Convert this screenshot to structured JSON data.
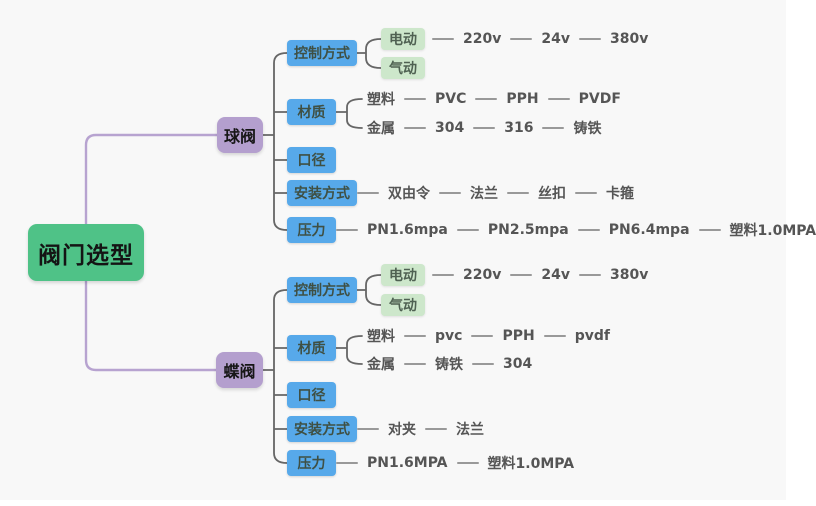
{
  "colors": {
    "canvas_bg": "#f8f8f8",
    "root_bg": "#4fc287",
    "branch_bg": "#b49fce",
    "category_bg": "#57a9ea",
    "leaf_box_bg": "#cde7cb",
    "purple_line": "#b7a3d0",
    "bracket_line": "#666666",
    "dash_line": "#999999"
  },
  "root": {
    "label": "阀门选型"
  },
  "ball_valve": {
    "label": "球阀",
    "control": {
      "label": "控制方式",
      "electric": "电动",
      "pneumatic": "气动",
      "voltages": [
        "220v",
        "24v",
        "380v"
      ]
    },
    "material": {
      "label": "材质",
      "plastic_row": [
        "塑料",
        "PVC",
        "PPH",
        "PVDF"
      ],
      "metal_row": [
        "金属",
        "304",
        "316",
        "铸铁"
      ]
    },
    "diameter": {
      "label": "口径"
    },
    "installation": {
      "label": "安装方式",
      "methods": [
        "双由令",
        "法兰",
        "丝扣",
        "卡箍"
      ]
    },
    "pressure": {
      "label": "压力",
      "ratings": [
        "PN1.6mpa",
        "PN2.5mpa",
        "PN6.4mpa",
        "塑料1.0MPA"
      ]
    }
  },
  "butterfly_valve": {
    "label": "蝶阀",
    "control": {
      "label": "控制方式",
      "electric": "电动",
      "pneumatic": "气动",
      "voltages": [
        "220v",
        "24v",
        "380v"
      ]
    },
    "material": {
      "label": "材质",
      "plastic_row": [
        "塑料",
        "pvc",
        "PPH",
        "pvdf"
      ],
      "metal_row": [
        "金属",
        "铸铁",
        "304"
      ]
    },
    "diameter": {
      "label": "口径"
    },
    "installation": {
      "label": "安装方式",
      "methods": [
        "对夹",
        "法兰"
      ]
    },
    "pressure": {
      "label": "压力",
      "ratings": [
        "PN1.6MPA",
        "塑料1.0MPA"
      ]
    }
  }
}
